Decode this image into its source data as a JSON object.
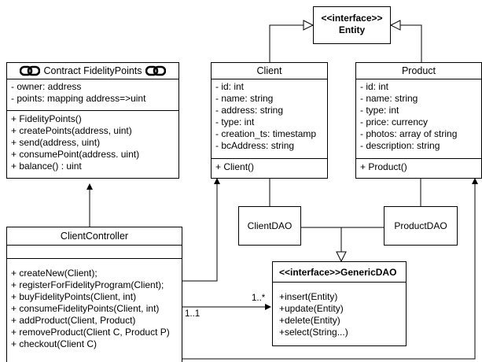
{
  "entity": {
    "stereotype": "<<interface>>",
    "name": "Entity"
  },
  "contract": {
    "title": "Contract FidelityPoints",
    "icon": "chain-link-icon",
    "attributes": [
      "- owner: address",
      "- points: mapping address=>uint"
    ],
    "methods": [
      "+ FidelityPoints()",
      "+ createPoints(address, uint)",
      "+ send(address, uint)",
      "+ consumePoint(address. uint)",
      "+ balance() : uint"
    ]
  },
  "client": {
    "name": "Client",
    "attributes": [
      "- id: int",
      "- name: string",
      "- address: string",
      "- type: int",
      "- creation_ts: timestamp",
      "- bcAddress: string"
    ],
    "methods": [
      "+ Client()"
    ]
  },
  "product": {
    "name": "Product",
    "attributes": [
      "- id: int",
      "- name: string",
      "- type: int",
      "- price: currency",
      "- photos: array of string",
      "- description: string"
    ],
    "methods": [
      "+ Product()"
    ]
  },
  "client_dao": {
    "name": "ClientDAO"
  },
  "product_dao": {
    "name": "ProductDAO"
  },
  "generic_dao": {
    "title": "<<interface>>GenericDAO",
    "methods": [
      "+insert(Entity)",
      "+update(Entity)",
      "+delete(Entity)",
      "+select(String...)"
    ]
  },
  "controller": {
    "name": "ClientController",
    "methods": [
      "+ createNew(Client);",
      "+ registerForFidelityProgram(Client);",
      "+ buyFidelityPoints(Client, int)",
      "+ consumeFidelityPoints(Client, int)",
      "+ addProduct(Client, Product)",
      "+ removeProduct(Client C, Product P)",
      "+ checkout(Client C)"
    ]
  },
  "multiplicity": {
    "source": "1..1",
    "target": "1..*"
  }
}
